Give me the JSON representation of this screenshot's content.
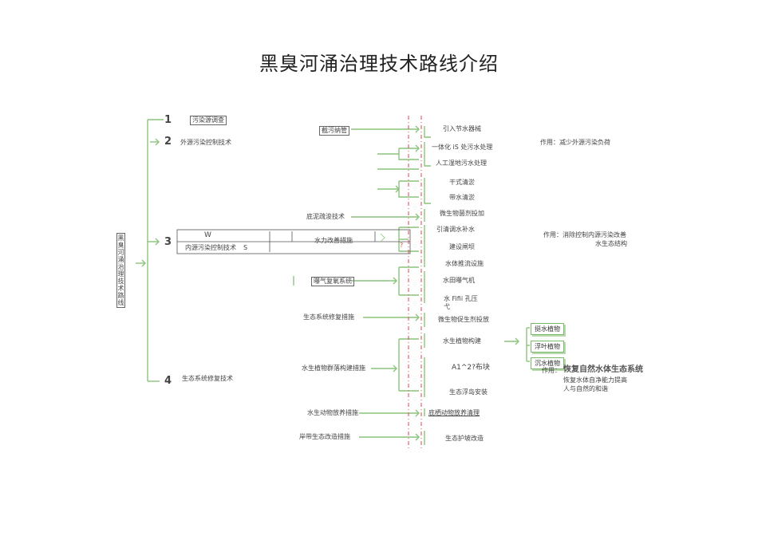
{
  "title": "黑臭河涌治理技术路线介绍",
  "root": "黑臭河涌治理技术路线",
  "branches": [
    {
      "num": "1",
      "label": "污染源调查"
    },
    {
      "num": "2",
      "label": "外源污染控制技术"
    },
    {
      "num": "3",
      "label": "内源污染控制技术"
    },
    {
      "num": "4",
      "label": "生态系统修复技术"
    }
  ],
  "mid": {
    "w": "W",
    "s": "S",
    "q": "?",
    "m1": "截污纳管",
    "m2": "底泥疏浚技术",
    "m3": "水力改善措施",
    "m4": "曝气复氧系统",
    "m5": "生态系统修复措施",
    "m6": "水生植物群落构建措施",
    "m7": "水生动物放养措施",
    "m8": "岸带生态改造措施"
  },
  "leaves": {
    "l1": "引入节水器械",
    "l2": "一体化 iS 处污水处理",
    "l3": "人工湿地污水处理",
    "l4": "干式清淤",
    "l5": "带水清淤",
    "l6": "微生物菌剂投加",
    "l7": "引清调水补水",
    "l8": "建设闸坝",
    "l9": "水体推流设施",
    "l10": "水田曝气机",
    "l11a": "水 Fifii 孔压",
    "l11b": "弋",
    "l12": "微生物促生剂投放",
    "l13": "水生植物构建",
    "l14": "A1^2?布块",
    "l15": "生态浮岛安装",
    "l16": "底栖动物放养清理",
    "l17": "生态护坡改造"
  },
  "plants": [
    "挺水植物",
    "浮叶植物",
    "沉水植物"
  ],
  "effects": {
    "e1": "作用：减少外源污染负荷",
    "e2a": "作用：消除控制内源污染改善",
    "e2b": "水生态结构",
    "e3a": "作用：",
    "e3b": "恢复自然水体生态系统",
    "e3c": "恢复水体自净能力提高",
    "e3d": "人与自然的和谐"
  }
}
